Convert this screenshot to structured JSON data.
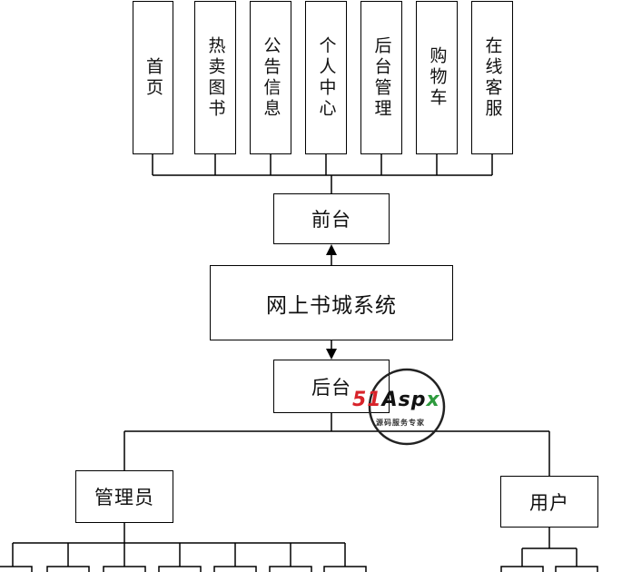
{
  "frontend_modules": [
    "首页",
    "热卖图书",
    "公告信息",
    "个人中心",
    "后台管理",
    "购物车",
    "在线客服"
  ],
  "nodes": {
    "frontend": "前台",
    "system": "网上书城系统",
    "backend": "后台",
    "admin": "管理员",
    "user": "用户"
  },
  "watermark": {
    "brand_red": "51",
    "brand_dark": "Asp",
    "brand_green": "x",
    "tagline": "源码服务专家"
  }
}
